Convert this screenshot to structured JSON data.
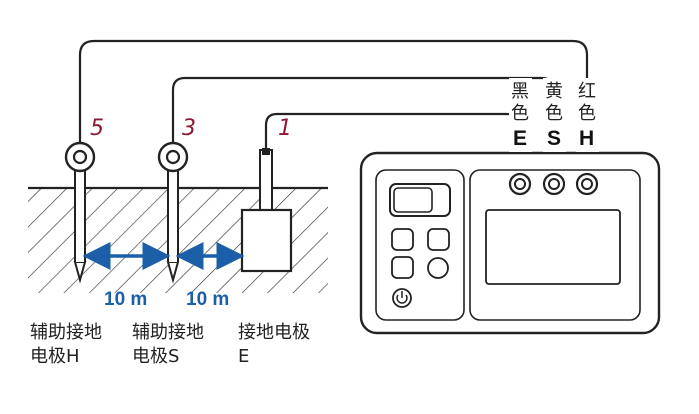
{
  "electrodes": [
    {
      "number": "5",
      "name_line1": "辅助接地",
      "name_line2": "电极H"
    },
    {
      "number": "3",
      "name_line1": "辅助接地",
      "name_line2": "电极S"
    },
    {
      "number": "1",
      "name_line1": "接地电极",
      "name_line2": "E"
    }
  ],
  "distances": [
    "10 m",
    "10 m"
  ],
  "terminals": [
    {
      "color_line1": "黑",
      "color_line2": "色",
      "letter": "E"
    },
    {
      "color_line1": "黄",
      "color_line2": "色",
      "letter": "S"
    },
    {
      "color_line1": "红",
      "color_line2": "色",
      "letter": "H"
    }
  ],
  "colors": {
    "arrow": "#1a5fa8",
    "number": "#8a1a33",
    "line": "#222222"
  }
}
